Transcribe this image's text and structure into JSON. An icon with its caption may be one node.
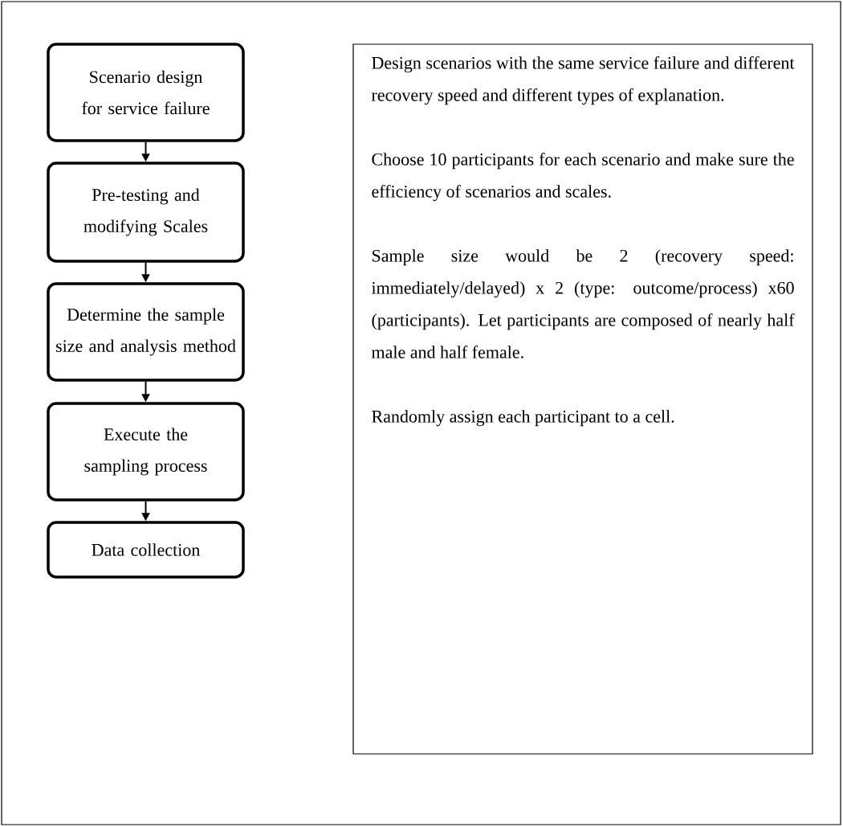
{
  "diagram": {
    "nodes": [
      {
        "text": [
          "Scenario design for service failure"
        ]
      },
      {
        "text": [
          "Pre-testing and modifying Scales"
        ]
      },
      {
        "text": [
          "Determine the sample size and analysis method"
        ]
      },
      {
        "text": [
          "Execute the sampling process"
        ]
      },
      {
        "text": [
          "Data collection"
        ]
      },
      {
        "text": [
          "Design scenarios with the same service failure and different recovery speed and different types of explanation.",
          "Choose 10 participants for each scenario and make sure the efficiency of scenarios and scales.",
          "Sample size would be 2 (recovery speed: immediately/delayed) x 2 (type: outcome/process) x60 (participants). Let participants are composed of nearly half male and half female.",
          "Randomly assign each participant to a cell."
        ]
      }
    ],
    "edges": [
      {
        "from": 0,
        "to": 1,
        "arrow": "to"
      },
      {
        "from": 1,
        "to": 2,
        "arrow": "to"
      },
      {
        "from": 2,
        "to": 3,
        "arrow": "to"
      },
      {
        "from": 3,
        "to": 4,
        "arrow": "to"
      }
    ]
  }
}
